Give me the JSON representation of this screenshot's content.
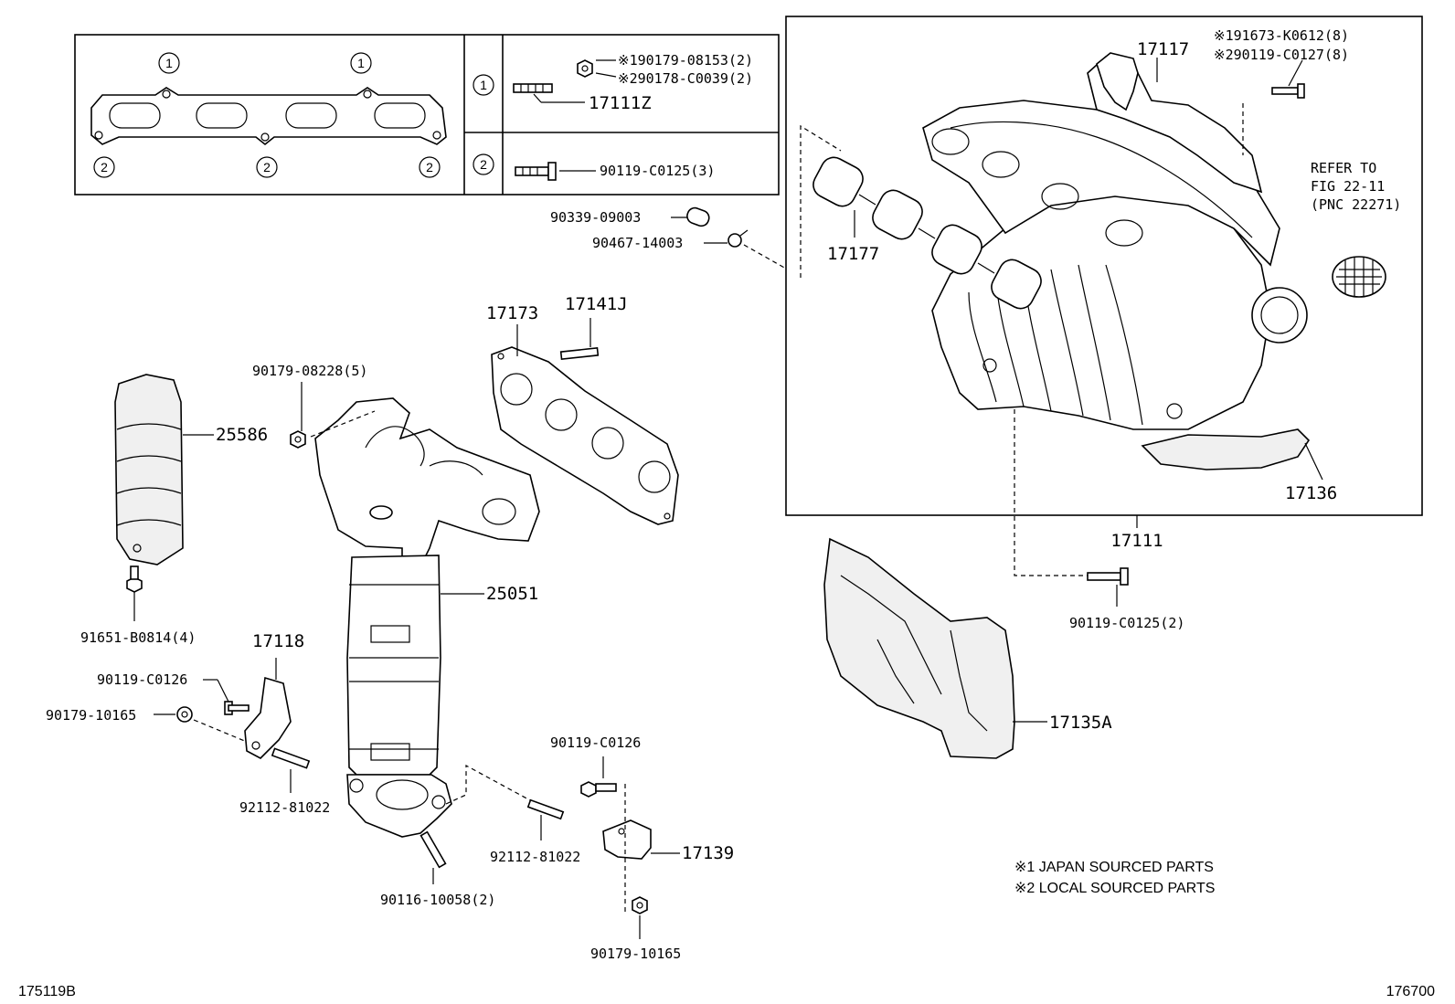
{
  "legend_table": {
    "row1_index": "1",
    "row1_parts": [
      "※190179-08153(2)",
      "※290178-C0039(2)",
      "17111Z"
    ],
    "row2_index": "2",
    "row2_parts": [
      "90119-C0125(3)"
    ],
    "gasket_marks_top": [
      "1",
      "1"
    ],
    "gasket_marks_bottom": [
      "2",
      "2",
      "2"
    ]
  },
  "callouts": {
    "p17117": "17117",
    "p191673": "※191673-K0612(8)",
    "p290119": "※290119-C0127(8)",
    "refer": [
      "REFER TO",
      "FIG 22-11",
      "(PNC 22271)"
    ],
    "p17177": "17177",
    "p17136": "17136",
    "p17111": "17111",
    "p90339": "90339-09003",
    "p90467": "90467-14003",
    "p17173": "17173",
    "p17141J": "17141J",
    "p90179_08228": "90179-08228(5)",
    "p25586": "25586",
    "p25051": "25051",
    "p91651": "91651-B0814(4)",
    "p17118": "17118",
    "p90119_C0126_a": "90119-C0126",
    "p90179_10165_a": "90179-10165",
    "p92112_a": "92112-81022",
    "p92112_b": "92112-81022",
    "p90116": "90116-10058(2)",
    "p90119_C0126_b": "90119-C0126",
    "p17139": "17139",
    "p90179_10165_b": "90179-10165",
    "p90119_C0125_2": "90119-C0125(2)",
    "p17135A": "17135A"
  },
  "notes": [
    "※1 JAPAN SOURCED PARTS",
    "※2 LOCAL SOURCED PARTS"
  ],
  "footer": {
    "left_code": "175119B",
    "right_code": "176700"
  }
}
